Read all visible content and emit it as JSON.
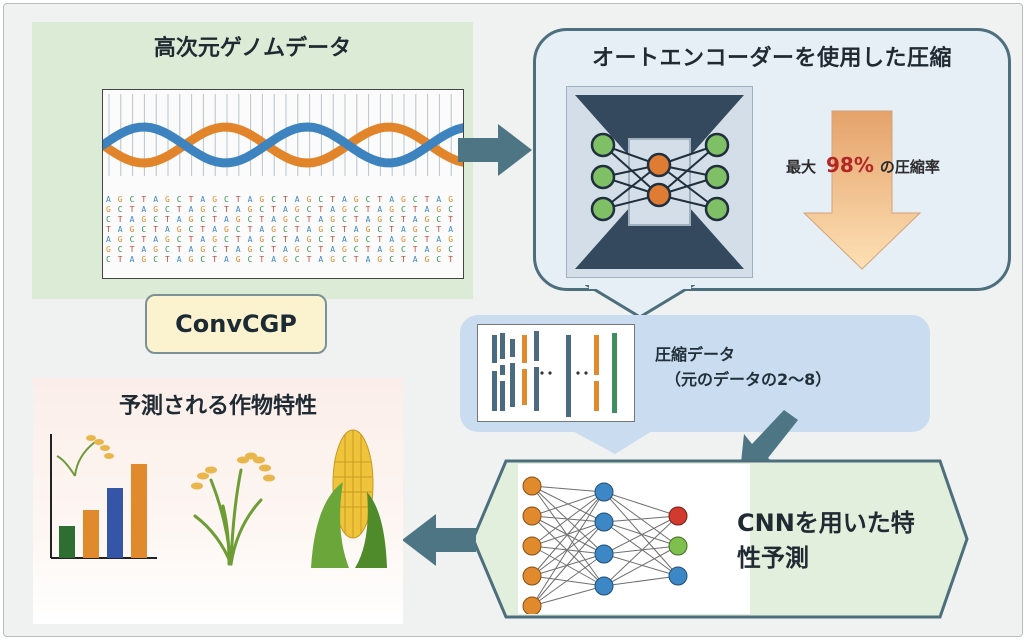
{
  "genome": {
    "title": "高次元ゲノムデータ"
  },
  "autoencoder": {
    "title": "オートエンコーダーを使用した圧縮",
    "rate_prefix": "最大",
    "rate_value": "98%",
    "rate_suffix": "の圧縮率"
  },
  "badge": {
    "label": "ConvCGP"
  },
  "compressed": {
    "label": "圧縮データ",
    "sublabel": "（元のデータの2〜8）"
  },
  "cnn": {
    "label": "CNNを用いた特性予測"
  },
  "traits": {
    "title": "予測される作物特性"
  },
  "colors": {
    "arrow": "#4e7583",
    "accent_red": "#b32626",
    "orange": "#e08a2d",
    "green_node": "#7fbf65",
    "blue_node": "#3d87c7"
  },
  "icons": [
    "dna-helix-icon",
    "autoencoder-icon",
    "down-arrow-icon",
    "barcode-icon",
    "neural-network-icon",
    "bar-chart-icon",
    "rice-plant-icon",
    "corn-icon"
  ]
}
